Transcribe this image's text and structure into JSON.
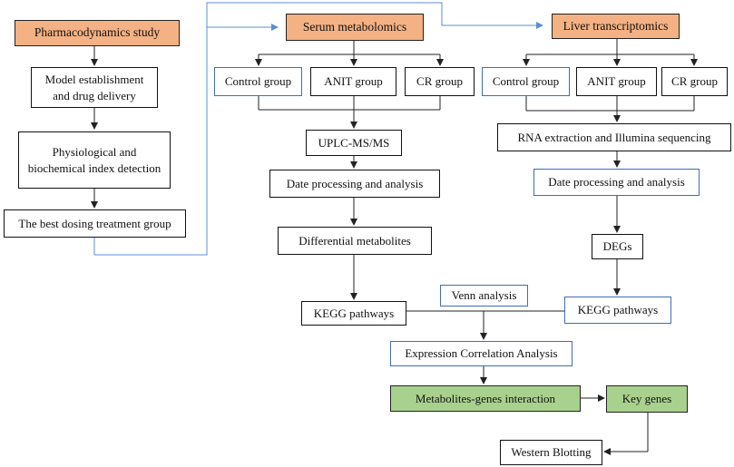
{
  "boxes": {
    "pharmacodynamics": "Pharmacodynamics study",
    "model": "Model establishment and drug delivery",
    "physio": "Physiological and biochemical index detection",
    "best_dose": "The best dosing treatment group",
    "serum": "Serum metabolomics",
    "serum_control": "Control group",
    "serum_anit": "ANIT group",
    "serum_cr": "CR group",
    "uplc": "UPLC-MS/MS",
    "serum_date": "Date processing  and analysis",
    "diff_metab": "Differential metabolites",
    "serum_kegg": "KEGG pathways",
    "liver": "Liver transcriptomics",
    "liver_control": "Control group",
    "liver_anit": "ANIT group",
    "liver_cr": "CR group",
    "rna": "RNA extraction and Illumina sequencing",
    "liver_date": "Date processing  and analysis",
    "degs": "DEGs",
    "liver_kegg": "KEGG pathways",
    "venn": "Venn analysis",
    "correlation": "Expression Correlation Analysis",
    "interaction": "Metabolites-genes   interaction",
    "key_genes": "Key genes",
    "western": "Western Blotting"
  },
  "colors": {
    "orange": "#f4b183",
    "green": "#a9d18e",
    "blue_border": "#3f6fb5",
    "blue_wire": "#5b8fd0"
  }
}
